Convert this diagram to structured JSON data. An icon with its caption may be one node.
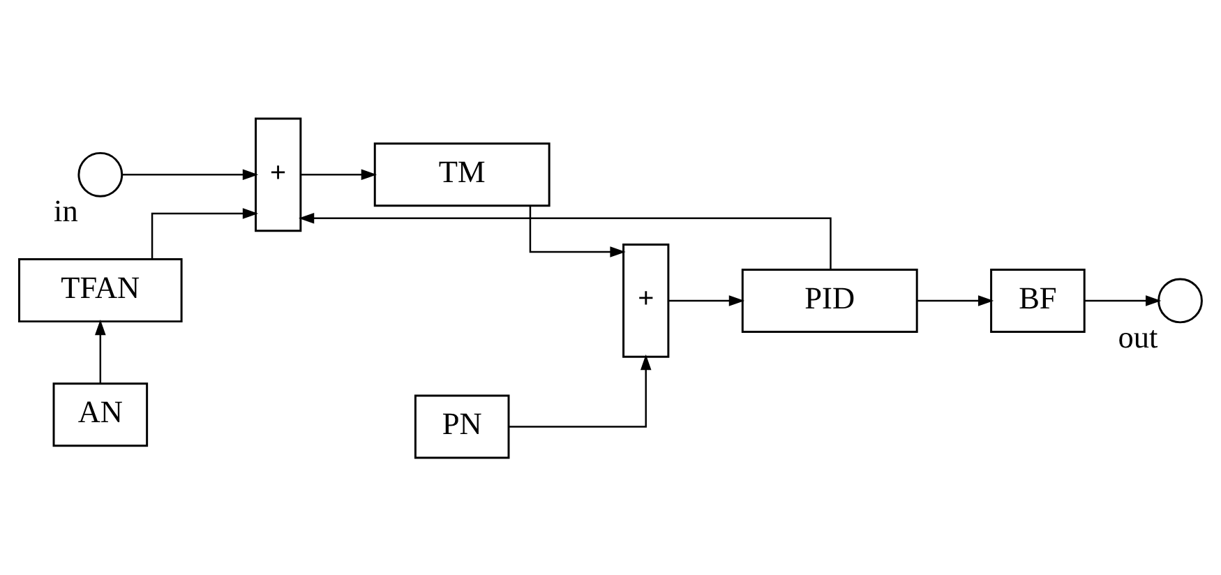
{
  "diagram": {
    "nodes": [
      {
        "text": [],
        "shape": "circle",
        "beside": [
          "in"
        ]
      },
      {
        "text": [
          "+"
        ]
      },
      {
        "text": [
          "TM"
        ]
      },
      {
        "text": [
          "PN"
        ]
      },
      {
        "text": [
          "+"
        ]
      },
      {
        "text": [
          "PID"
        ]
      },
      {
        "text": [
          "BF"
        ]
      },
      {
        "text": [],
        "shape": "circle",
        "beside": [
          "out"
        ]
      },
      {
        "text": [
          "TFAN"
        ]
      },
      {
        "text": [
          "AN"
        ]
      }
    ],
    "edges": [
      {
        "from": 0,
        "to": 1,
        "arrow": "to"
      },
      {
        "from": 1,
        "to": 2,
        "arrow": "to"
      },
      {
        "from": 2,
        "to": 4,
        "arrow": "to"
      },
      {
        "from": 3,
        "to": 4,
        "arrow": "to"
      },
      {
        "from": 4,
        "to": 5,
        "arrow": "to"
      },
      {
        "from": 5,
        "to": 6,
        "arrow": "to"
      },
      {
        "from": 6,
        "to": 7,
        "arrow": "to"
      },
      {
        "from": 5,
        "to": 1,
        "arrow": "to"
      },
      {
        "from": 9,
        "to": 8,
        "arrow": "to"
      },
      {
        "from": 8,
        "to": 1,
        "arrow": "to"
      }
    ]
  }
}
